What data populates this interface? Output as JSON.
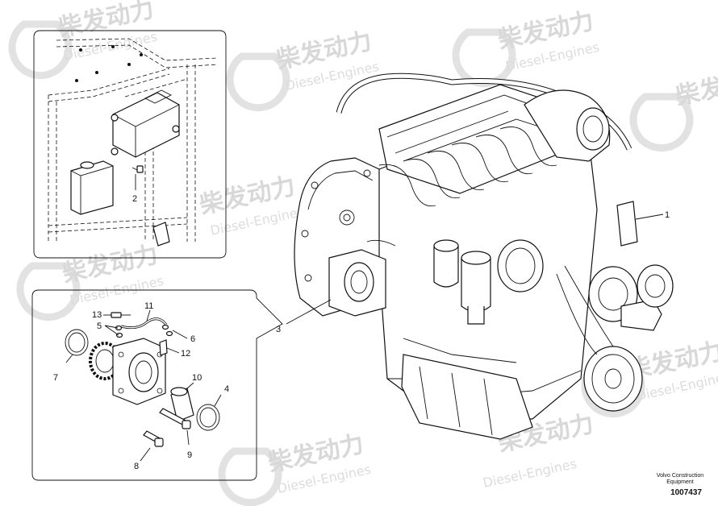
{
  "watermark": {
    "brand_cn": "柴发动力",
    "brand_en": "Diesel-Engines"
  },
  "callouts": {
    "c1": "1",
    "c2": "2",
    "c3": "3",
    "c4": "4",
    "c5": "5",
    "c6": "6",
    "c7": "7",
    "c8": "8",
    "c9": "9",
    "c10": "10",
    "c11": "11",
    "c12": "12",
    "c13": "13"
  },
  "footer": {
    "company_line1": "Volvo Construction",
    "company_line2": "Equipment",
    "doc_number": "1007437"
  }
}
